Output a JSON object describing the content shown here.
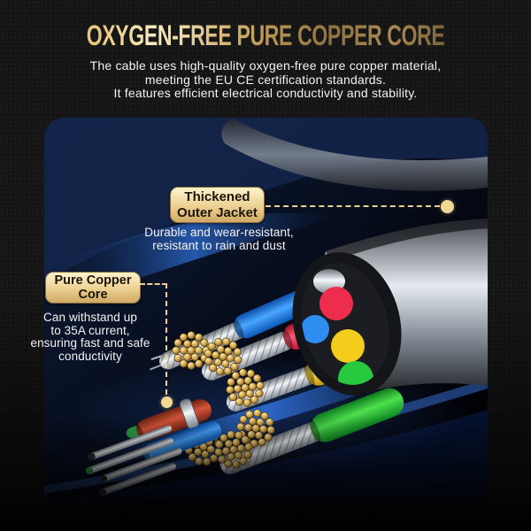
{
  "header": {
    "title": "OXYGEN-FREE PURE COPPER CORE",
    "subtitle": "The cable uses high-quality oxygen-free pure copper material,\nmeeting the EU CE certification standards.\nIt features efficient electrical conductivity and stability."
  },
  "callouts": [
    {
      "id": "thickened-outer-jacket",
      "label": "Thickened\nOuter Jacket",
      "description": "Durable and wear-resistant,\nresistant to rain and dust"
    },
    {
      "id": "pure-copper-core",
      "label": "Pure Copper\nCore",
      "description": "Can withstand up\nto 35A current,\nensuring fast and safe\nconductivity"
    }
  ],
  "colors": {
    "title_gold_light": "#f8ecc0",
    "title_gold_dark": "#8d7241",
    "label_gold_top": "#fdf3cd",
    "label_gold_bottom": "#cfa964",
    "label_text": "#1d1405",
    "leader_line": "#ecd08f",
    "leader_dot": "#f2d795",
    "body_text": "#f4f4f4",
    "page_background": "#151515",
    "photo_navy": "#12244a",
    "streak_blue": "#2b62d9",
    "jacket_silver": "#d8dee6",
    "wire_blue": "#2e8df0",
    "wire_red": "#ee2d4e",
    "wire_yellow": "#f4cc1c",
    "wire_green": "#27c93f",
    "copper": "#c9a34a"
  }
}
